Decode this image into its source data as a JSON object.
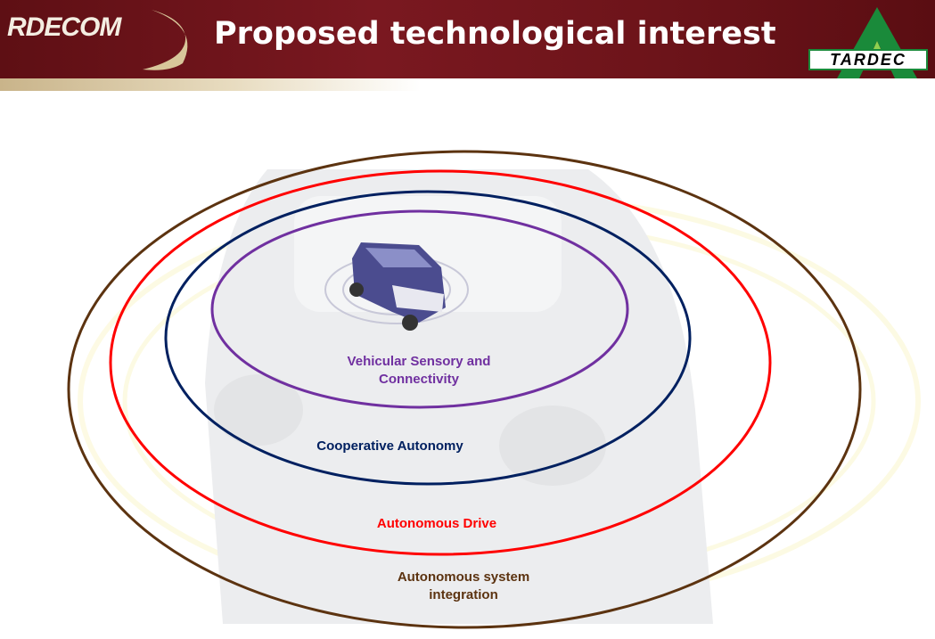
{
  "header": {
    "logo_left": "RDECOM",
    "title": "Proposed technological interest",
    "logo_right": "TARDEC"
  },
  "diagram": {
    "rings": [
      {
        "label_line1": "Vehicular Sensory and",
        "label_line2": "Connectivity",
        "color": "#7030a0"
      },
      {
        "label_line1": "Cooperative Autonomy",
        "color": "#002060"
      },
      {
        "label_line1": "Autonomous Drive",
        "color": "#ff0000"
      },
      {
        "label_line1": "Autonomous system",
        "label_line2": "integration",
        "color": "#5c3310"
      }
    ]
  }
}
